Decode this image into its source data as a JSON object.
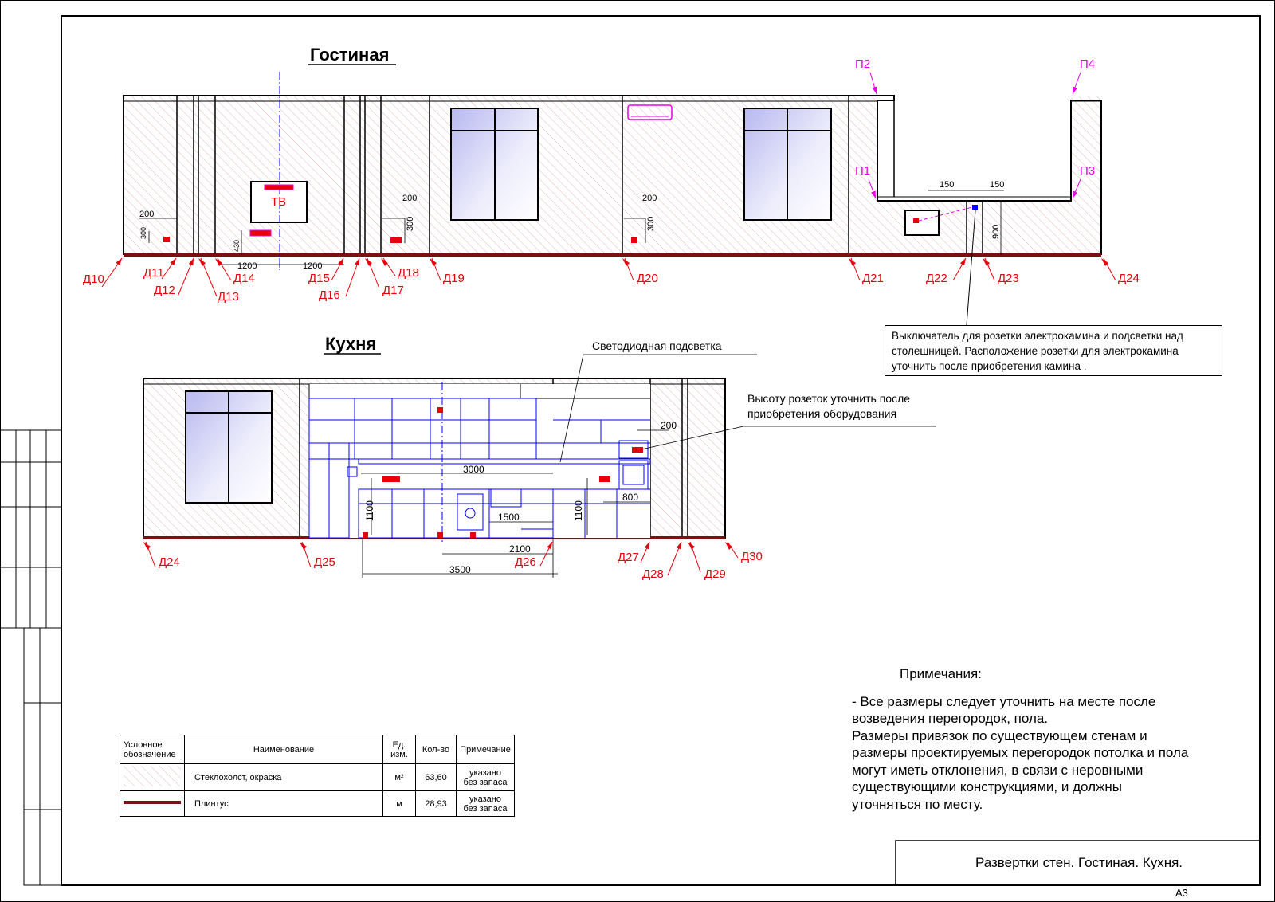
{
  "sections": {
    "living_room_title": "Гостиная",
    "kitchen_title": "Кухня"
  },
  "living_room": {
    "tv_label": "ТВ",
    "wall_markers": [
      "Д10",
      "Д11",
      "Д12",
      "Д13",
      "Д14",
      "Д15",
      "Д16",
      "Д17",
      "Д18",
      "Д19",
      "Д20",
      "Д21",
      "Д22",
      "Д23",
      "Д24"
    ],
    "ceiling_markers": [
      "П1",
      "П2",
      "П3",
      "П4"
    ],
    "dimensions": {
      "d200_a": "200",
      "d300_a": "300",
      "d430": "430",
      "d1200_left": "1200",
      "d1200_right": "1200",
      "d200_b": "200",
      "d300_b": "300",
      "d200_c": "200",
      "d300_c": "300",
      "d150_left": "150",
      "d150_right": "150",
      "d900": "900"
    }
  },
  "kitchen": {
    "wall_markers": [
      "Д24",
      "Д25",
      "Д26",
      "Д27",
      "Д28",
      "Д29",
      "Д30"
    ],
    "dimensions": {
      "d3000": "3000",
      "d1500": "1500",
      "d2100": "2100",
      "d3500": "3500",
      "d1100_left": "1100",
      "d1100_right": "1100",
      "d800": "800",
      "d200": "200"
    },
    "callout_led": "Светодиодная подсветка",
    "callout_sockets": [
      "Высоту розеток уточнить после",
      "приобретения оборудования"
    ]
  },
  "switch_note": [
    "Выключатель для розетки электрокамина и подсветки над",
    "столешницей. Расположение розетки для электрокамина",
    "уточнить после приобретения камина ."
  ],
  "notes": {
    "heading": "Примечания:",
    "lines": [
      "- Все размеры следует уточнить на месте после",
      "возведения перегородок, пола.",
      "  Размеры привязок по существующем стенам и",
      "размеры проектируемых перегородок потолка и пола",
      "могут иметь отклонения, в связи с неровными",
      "существующими конструкциями, и должны",
      "уточняться по месту."
    ]
  },
  "legend_table": {
    "headers": [
      "Условное обозначение",
      "Наименование",
      "Ед. изм.",
      "Кол-во",
      "Примечание"
    ],
    "header_lines": {
      "symbol": [
        "Условное",
        "обозначение"
      ],
      "unit": [
        "Ед.",
        "изм."
      ]
    },
    "rows": [
      {
        "name": "Стеклохолст, окраска",
        "unit": "м²",
        "qty": "63,60",
        "note": [
          "указано",
          "без запаса"
        ]
      },
      {
        "name": "Плинтус",
        "unit": "м",
        "qty": "28,93",
        "note": [
          "указано",
          "без запаса"
        ]
      }
    ]
  },
  "title_block": {
    "title": "Развертки стен. Гостиная. Кухня.",
    "format": "А3"
  },
  "colors": {
    "marker_red": "#e8000b",
    "ceiling_magenta": "#e600e6",
    "furniture_blue": "#0000ff",
    "hatch": "#e8c4c4",
    "floor_line": "#7a1010"
  }
}
